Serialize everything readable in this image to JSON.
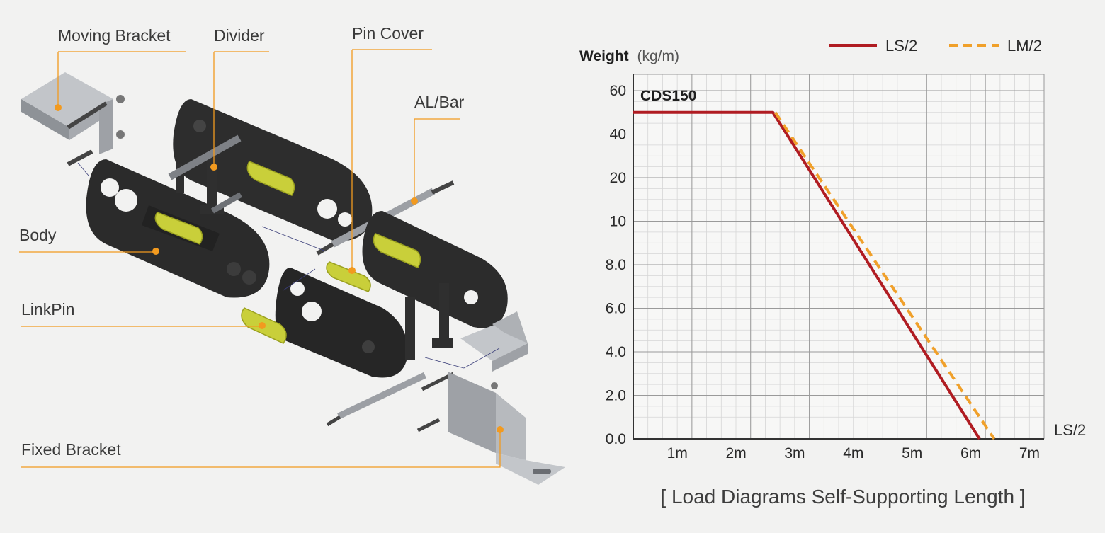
{
  "callouts": {
    "moving_bracket": "Moving Bracket",
    "divider": "Divider",
    "pin_cover": "Pin Cover",
    "al_bar": "AL/Bar",
    "body": "Body",
    "link_pin": "LinkPin",
    "fixed_bracket": "Fixed Bracket"
  },
  "colors": {
    "callout_line": "#f29a1f",
    "callout_dot": "#f29a1f",
    "chain_body": "#2a2a2a",
    "pin_cover": "#c9cf3a",
    "bracket": "#a3a6ab",
    "background": "#f2f2f1"
  },
  "chart_data": {
    "type": "line",
    "title": "CDS150",
    "ylabel": "Weight",
    "ylabel_unit": "(kg/m)",
    "xlabel": "LS/2",
    "x_tick_labels": [
      "1m",
      "2m",
      "3m",
      "4m",
      "5m",
      "6m",
      "7m"
    ],
    "y_tick_labels": [
      "0.0",
      "2.0",
      "4.0",
      "6.0",
      "8.0",
      "10",
      "20",
      "40",
      "60"
    ],
    "xlim": [
      0,
      7
    ],
    "series": [
      {
        "name": "LS/2",
        "color": "#b01c22",
        "dash": "solid",
        "x": [
          0,
          2.38,
          5.9
        ],
        "y": [
          50,
          50,
          0
        ]
      },
      {
        "name": "LM/2",
        "color": "#f0a02a",
        "dash": "dashed",
        "x": [
          2.42,
          6.15
        ],
        "y": [
          50,
          0
        ]
      }
    ],
    "grid": true,
    "legend_position": "top-right"
  },
  "caption": "[ Load Diagrams Self-Supporting Length ]"
}
